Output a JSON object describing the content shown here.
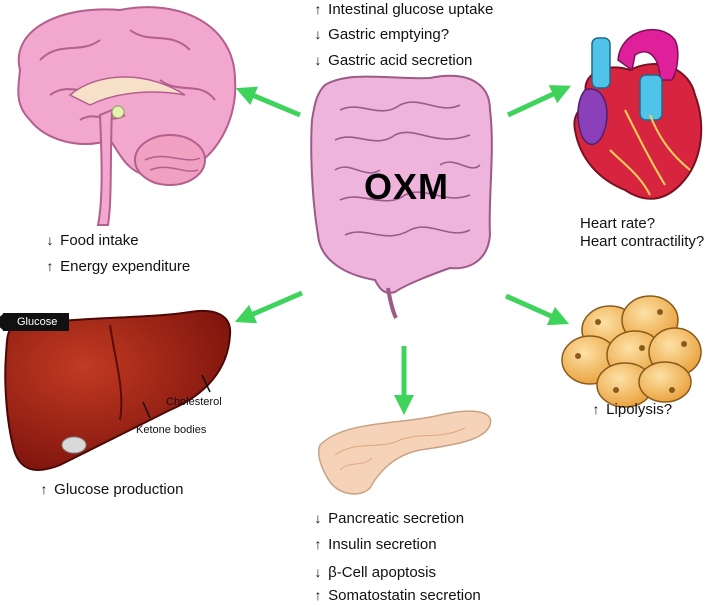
{
  "center": {
    "title": "OXM"
  },
  "gut_effects": [
    {
      "arrow": "↑",
      "text": "Intestinal glucose uptake"
    },
    {
      "arrow": "↓",
      "text": "Gastric emptying?"
    },
    {
      "arrow": "↓",
      "text": "Gastric acid secretion"
    }
  ],
  "brain_effects": [
    {
      "arrow": "↓",
      "text": "Food intake"
    },
    {
      "arrow": "↑",
      "text": "Energy expenditure"
    }
  ],
  "heart_effects": [
    {
      "text": "Heart rate?"
    },
    {
      "text": "Heart contractility?"
    }
  ],
  "liver": {
    "glucose_tag": "Glucose",
    "cholesterol": "Cholesterol",
    "ketone": "Ketone bodies",
    "effect": {
      "arrow": "↑",
      "text": "Glucose production"
    }
  },
  "fat_effect": {
    "arrow": "↑",
    "text": "Lipolysis?"
  },
  "pancreas_effects": [
    {
      "arrow": "↓",
      "text": "Pancreatic secretion"
    },
    {
      "arrow": "↑",
      "text": "Insulin secretion"
    },
    {
      "arrow": "↓",
      "text": "β-Cell apoptosis"
    },
    {
      "arrow": "↑",
      "text": "Somatostatin secretion"
    }
  ],
  "colors": {
    "arrow_green": "#3ed35a",
    "brain_pink": "#f2a7cf",
    "gut_pink": "#efb4dc",
    "liver_red": "#9c1b12",
    "fat_orange": "#f2b24f",
    "pancreas": "#f6d3b8",
    "heart_red": "#d8253f",
    "heart_blue": "#4fc3e8",
    "heart_purple": "#8b3fb8"
  }
}
